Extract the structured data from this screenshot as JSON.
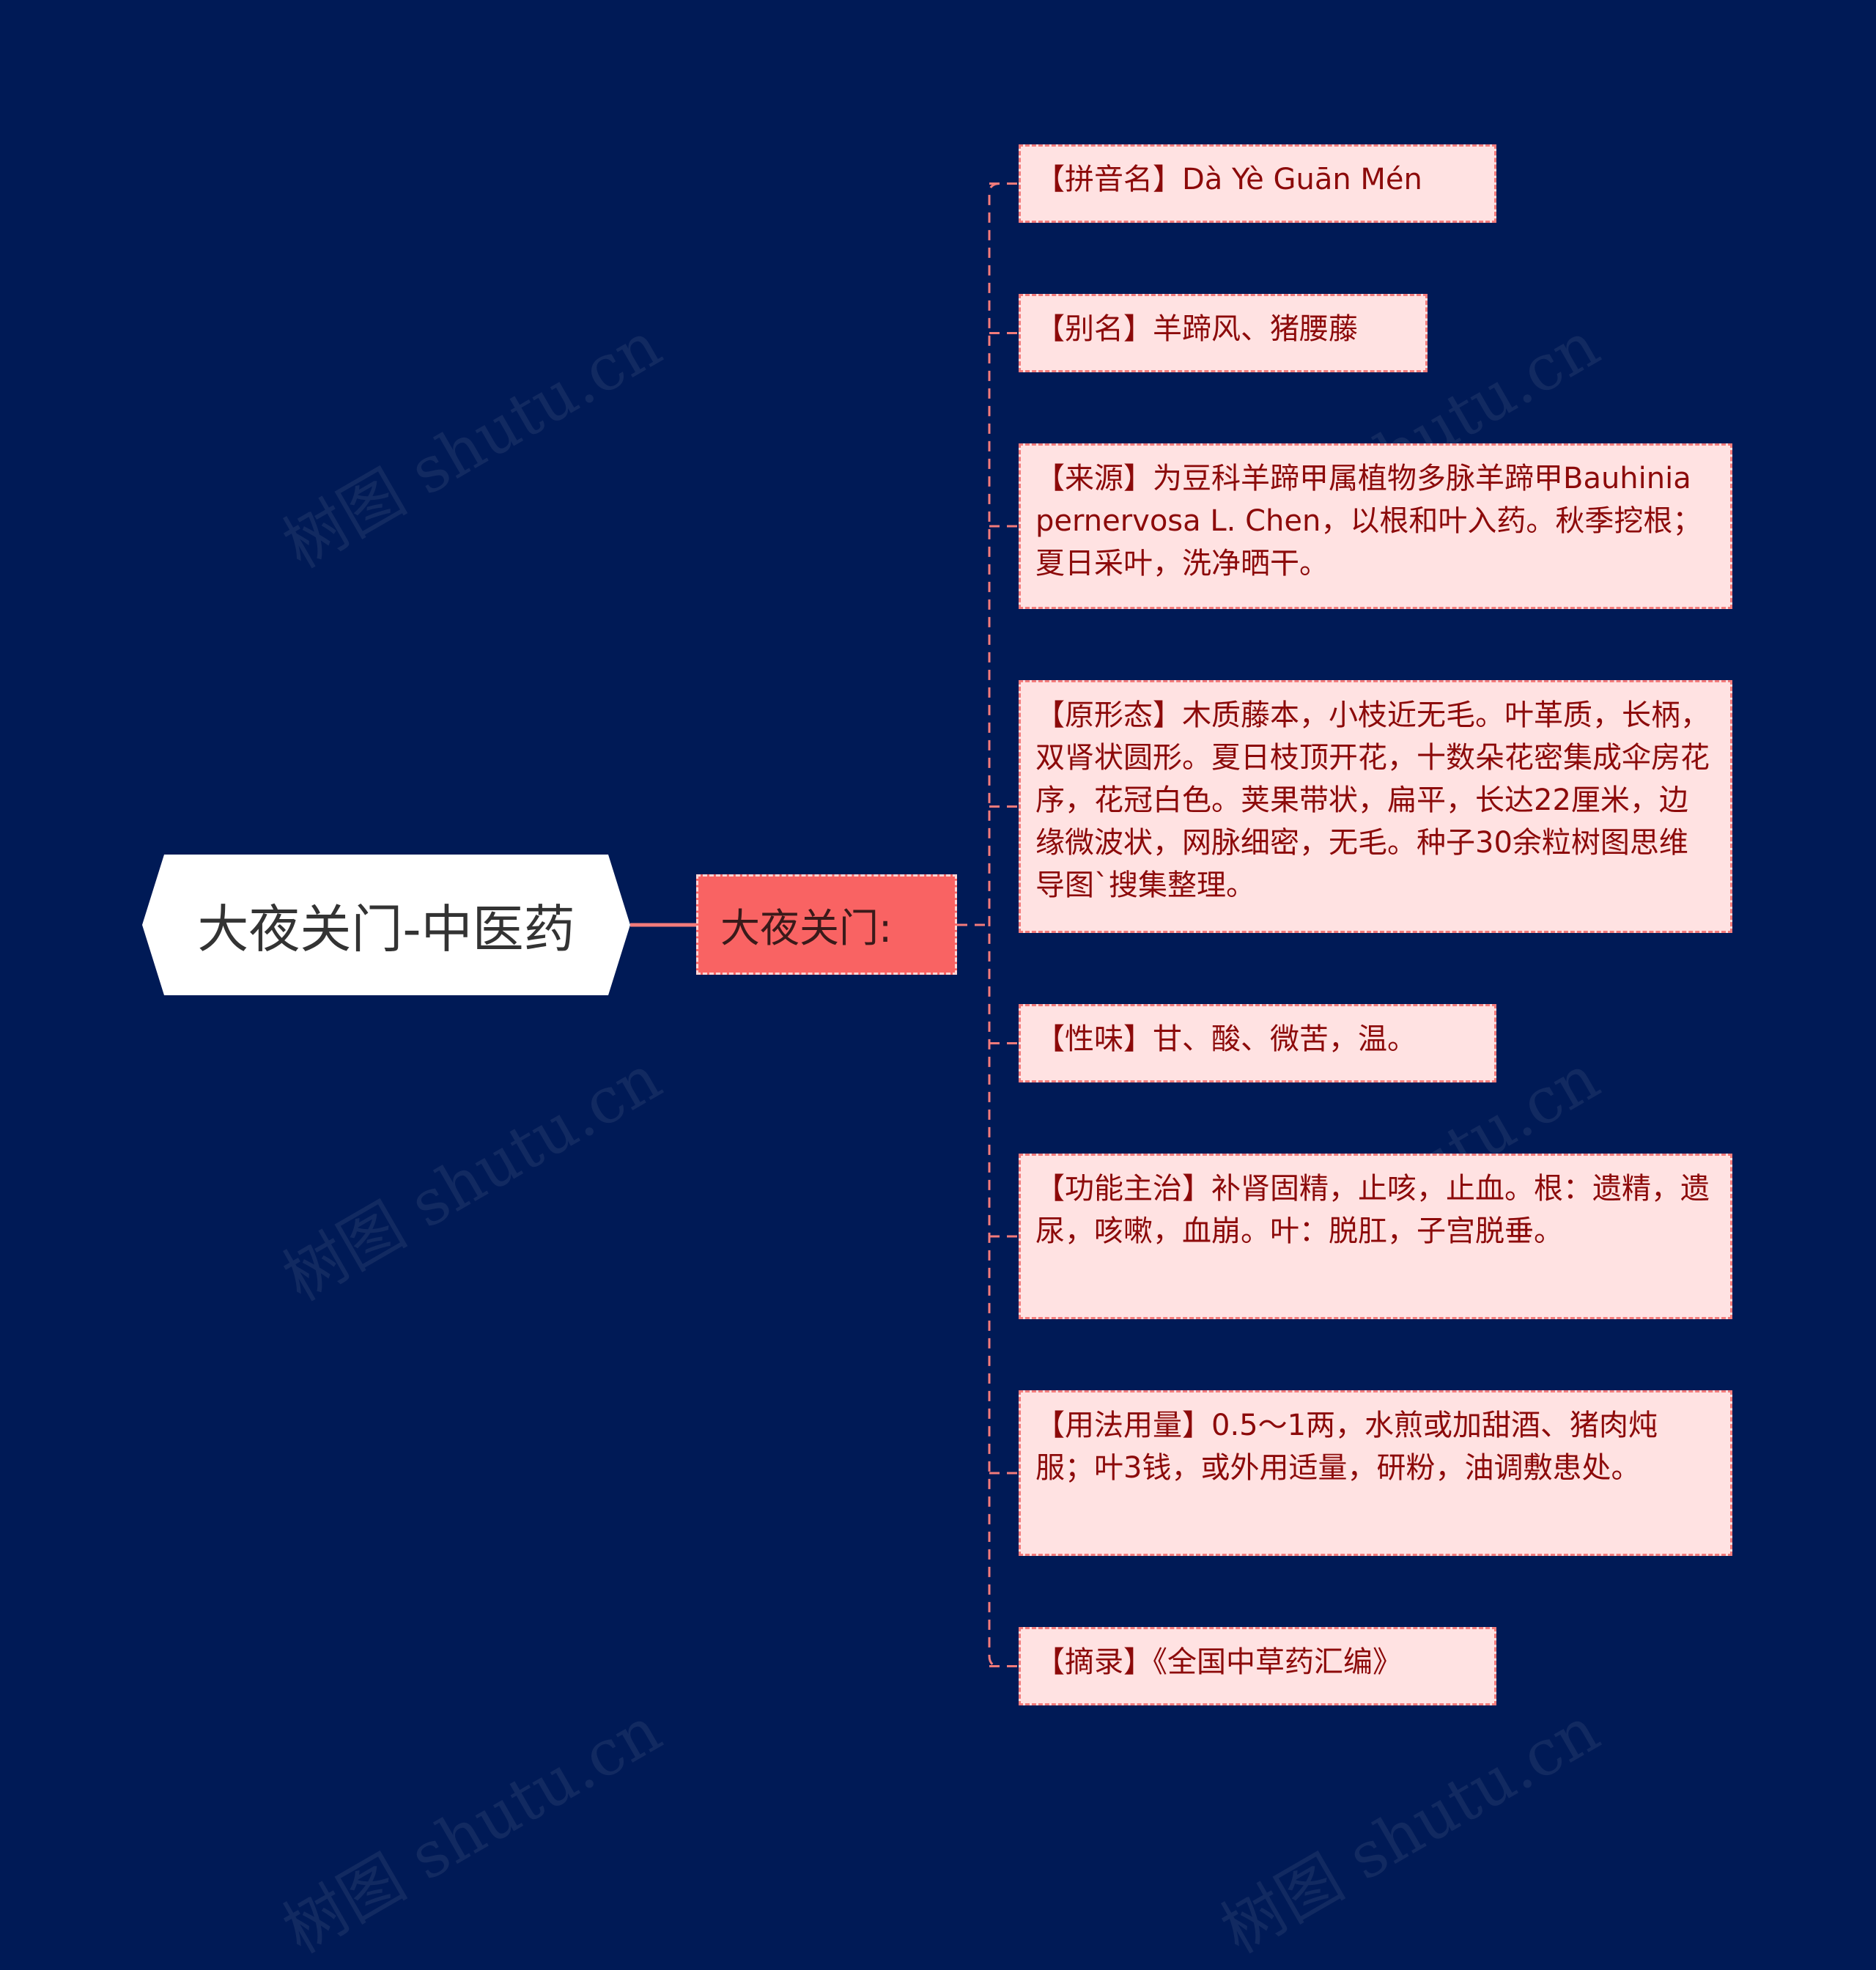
{
  "diagram": {
    "root": {
      "label": "大夜关门-中医药"
    },
    "branch": {
      "label": "大夜关门:"
    },
    "leaves": [
      {
        "text": "【拼音名】Dà Yè Guān Mén"
      },
      {
        "text": "【别名】羊蹄风、猪腰藤"
      },
      {
        "text": "【来源】为豆科羊蹄甲属植物多脉羊蹄甲Bauhinia pernervosa L. Chen，以根和叶入药。秋季挖根；夏日采叶，洗净晒干。"
      },
      {
        "text": "【原形态】木质藤本，小枝近无毛。叶革质，长柄，双肾状圆形。夏日枝顶开花，十数朵花密集成伞房花序，花冠白色。荚果带状，扁平，长达22厘米，边缘微波状，网脉细密，无毛。种子30余粒树图思维导图`搜集整理。"
      },
      {
        "text": "【性味】甘、酸、微苦，温。"
      },
      {
        "text": "【功能主治】补肾固精，止咳，止血。根：遗精，遗尿，咳嗽，血崩。叶：脱肛，子宫脱垂。"
      },
      {
        "text": "【用法用量】0.5～1两，水煎或加甜酒、猪肉炖服；叶3钱，或外用适量，研粉，油调敷患处。"
      },
      {
        "text": "【摘录】《全国中草药汇编》"
      }
    ]
  },
  "watermark": {
    "text": "树图 shutu.cn"
  },
  "colors": {
    "background": "#001A56",
    "root_fill": "#FFFFFF",
    "branch_fill": "#F96363",
    "leaf_fill": "#FFE2E2",
    "leaf_text": "#8C0A0A",
    "connector": "#F37B7B"
  }
}
